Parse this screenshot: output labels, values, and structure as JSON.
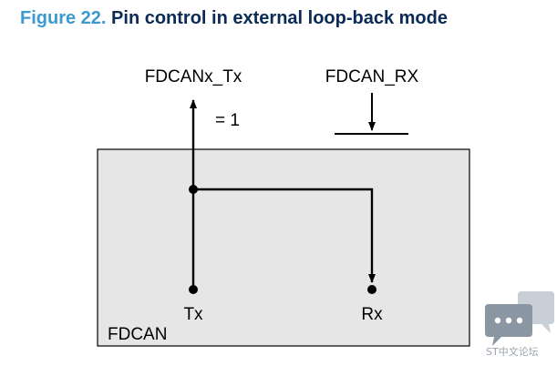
{
  "figure": {
    "number": "Figure 22.",
    "title": "Pin control in external loop-back mode"
  },
  "diagram": {
    "block_label": "FDCAN",
    "tx_pin_label": "FDCANx_Tx",
    "rx_pin_label": "FDCAN_RX",
    "tx_level_label": "= 1",
    "tx_port_label": "Tx",
    "rx_port_label": "Rx",
    "block_fill_color": "#e6e6e6"
  },
  "watermark": {
    "text": "ST中文论坛",
    "icon": "chat-bubbles-icon",
    "color": "#8b96a3"
  }
}
